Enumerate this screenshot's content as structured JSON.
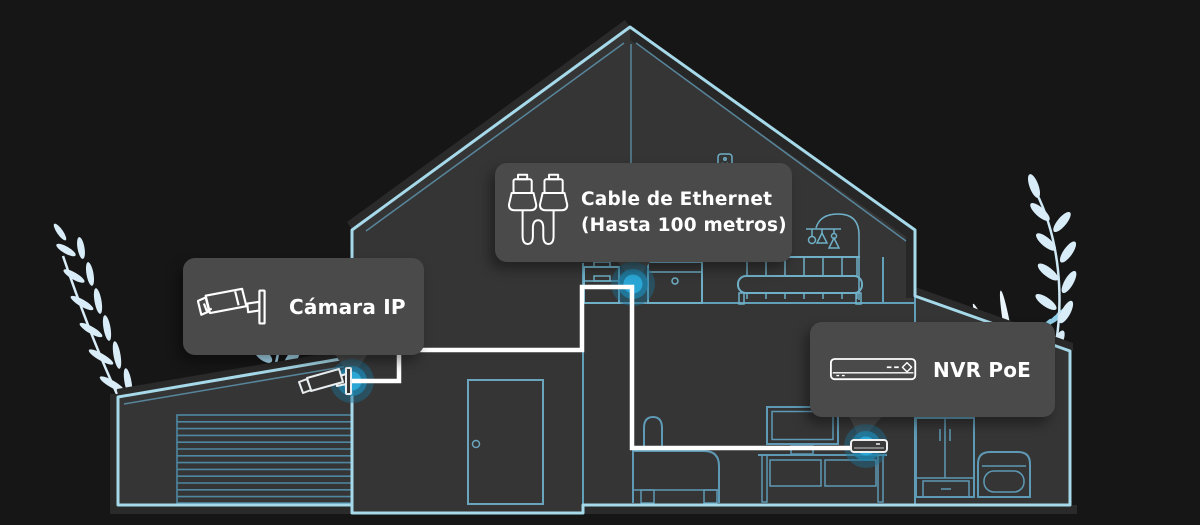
{
  "callouts": {
    "camera": {
      "label": "Cámara IP",
      "icon": "ip-camera-icon"
    },
    "ethernet": {
      "line1": "Cable de Ethernet",
      "line2": "(Hasta 100 metros)",
      "icon": "ethernet-cable-icon"
    },
    "nvr": {
      "label": "NVR PoE",
      "icon": "nvr-icon"
    }
  },
  "colors": {
    "background": "#161616",
    "house_fill": "#353535",
    "house_shadow": "#2a2a2a",
    "outline_blue": "#a6d9e9",
    "interior_blue": "#5e9ab5",
    "tooltip_bg": "#4a4a4a",
    "tooltip_text": "#ffffff",
    "cable_white": "#ffffff",
    "glow_core": "#2aa6d5",
    "glow_halo": "#1d6e93",
    "plant_pale": "#d9edf8",
    "plant_medium": "#a9dcf2",
    "plant_accent": "#8fcde9"
  }
}
